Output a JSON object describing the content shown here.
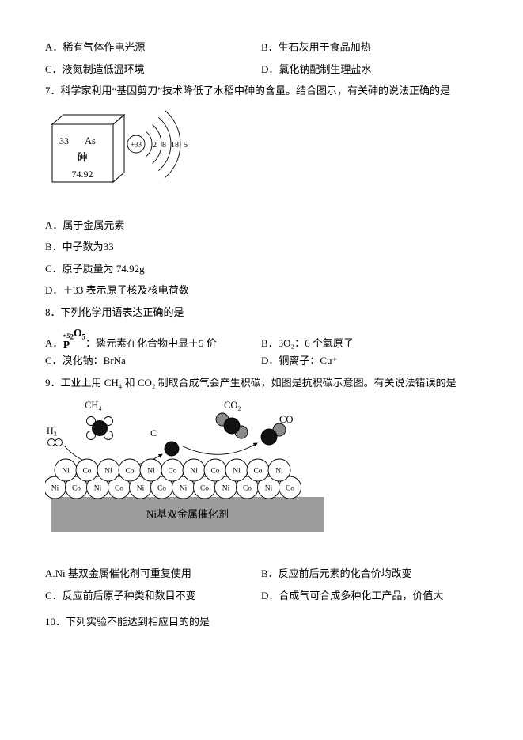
{
  "q6_options": {
    "a": "A．稀有气体作电光源",
    "b": "B．生石灰用于食品加热",
    "c": "C．液氮制造低温环境",
    "d": "D．氯化钠配制生理盐水"
  },
  "q7": {
    "stem": "7．科学家利用“基因剪刀”技术降低了水稻中砷的含量。结合图示，有关砷的说法正确的是",
    "element_card": {
      "number": "33",
      "symbol": "As",
      "name": "砷",
      "mass": "74.92"
    },
    "atom": {
      "nucleus": "+33",
      "shells": [
        "2",
        "8",
        "18",
        "5"
      ]
    },
    "options": {
      "a": "A．属于金属元素",
      "b": "B．中子数为33",
      "c": "C．原子质量为 74.92g",
      "d": "D．＋33 表示原子核及核电荷数"
    }
  },
  "q8": {
    "stem": "8．下列化学用语表达正确的是",
    "a_label": "A．",
    "a_formula": {
      "valence": "+5",
      "p": "P",
      "sub2": "2",
      "o": "O",
      "sub5": "5"
    },
    "a_text": "：磷元素在化合物中显＋5 价",
    "b": "B．3O₂：6 个氧原子",
    "c": "C．溴化钠：BrNa",
    "d": "D．铜离子：Cu⁺"
  },
  "q9": {
    "stem": "9．工业上用 CH₄ 和 CO₂ 制取合成气会产生积碳，如图是抗积碳示意图。有关说法错误的是",
    "diagram": {
      "ch4": "CH₄",
      "co2": "CO₂",
      "h2": "H₂",
      "c": "C",
      "co": "CO",
      "catalyst": "Ni基双金属催化剂",
      "row1": [
        "Ni",
        "Co",
        "Ni",
        "Co",
        "Ni",
        "Co",
        "Ni",
        "Co",
        "Ni",
        "Co",
        "Ni"
      ],
      "row2": [
        "Ni",
        "Co",
        "Ni",
        "Co",
        "Ni",
        "Co",
        "Ni",
        "Co",
        "Ni",
        "Co",
        "Ni",
        "Co"
      ]
    },
    "options": {
      "a": "A.Ni 基双金属催化剂可重复使用",
      "b": "B．反应前后元素的化合价均改变",
      "c": "C．反应前后原子种类和数目不变",
      "d": "D．合成气可合成多种化工产品，价值大"
    }
  },
  "q10": {
    "stem": "10．下列实验不能达到相应目的的是"
  }
}
